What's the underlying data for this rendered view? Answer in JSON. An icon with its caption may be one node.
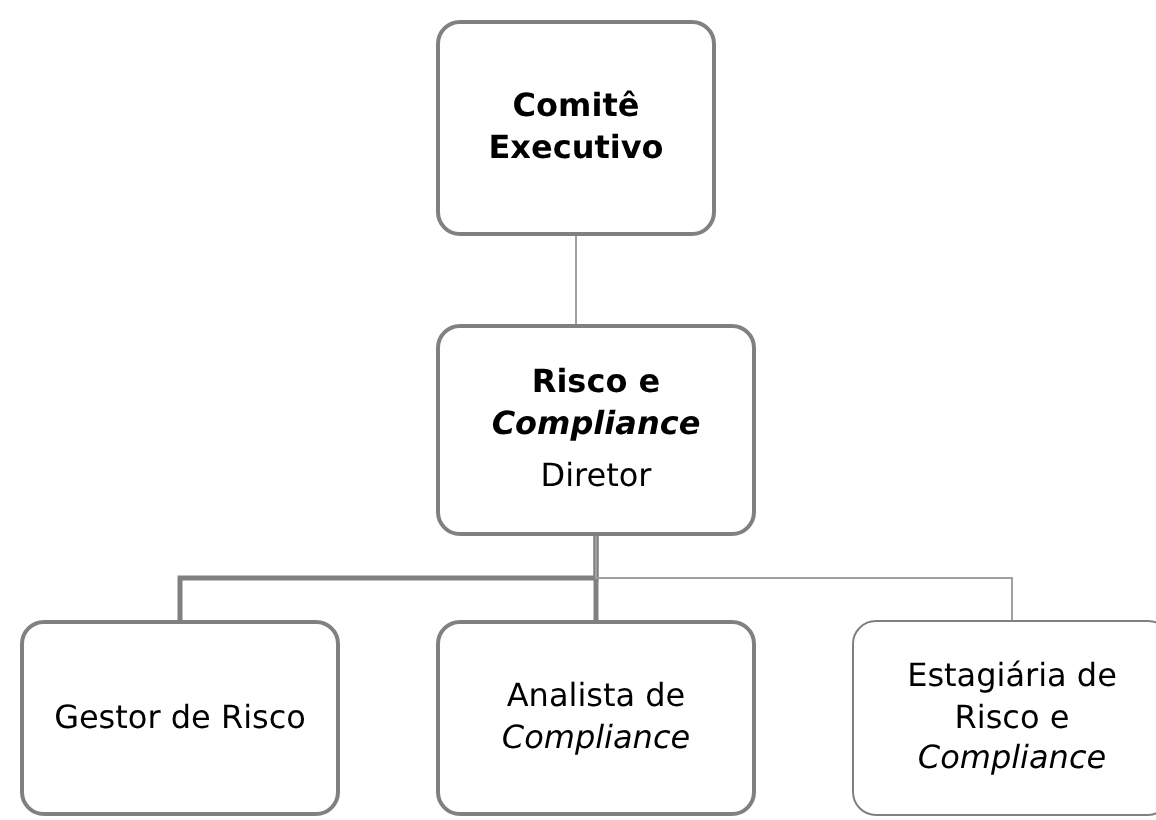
{
  "diagram": {
    "nodes": [
      {
        "text": [
          "Comitê Executivo"
        ]
      },
      {
        "text": [
          "Risco e *Compliance*",
          "Diretor"
        ]
      },
      {
        "text": [
          "Gestor de Risco"
        ]
      },
      {
        "text": [
          "Analista de *Compliance*"
        ]
      },
      {
        "text": [
          "Estagiária de Risco e *Compliance*"
        ]
      }
    ],
    "edges": [
      {
        "from": 0,
        "to": 1,
        "arrow": "none"
      },
      {
        "from": 1,
        "to": 2,
        "arrow": "none",
        "style": "thick"
      },
      {
        "from": 1,
        "to": 3,
        "arrow": "none",
        "style": "thick"
      },
      {
        "from": 1,
        "to": 4,
        "arrow": "none"
      }
    ]
  }
}
